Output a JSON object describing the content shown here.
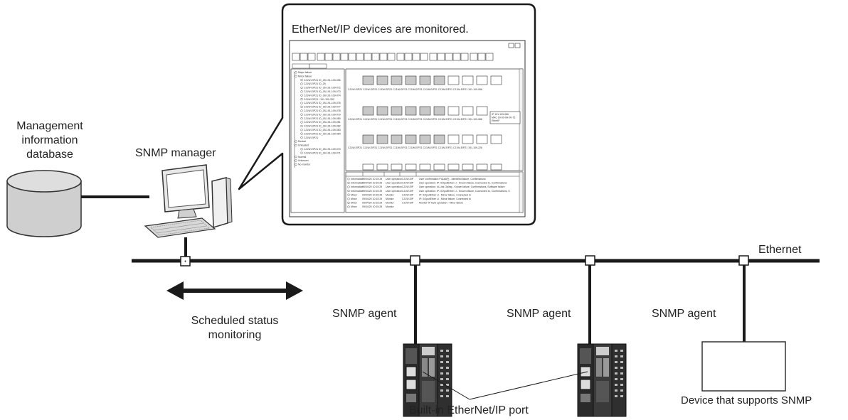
{
  "labels": {
    "db": "Management\ninformation\ndatabase",
    "manager": "SNMP manager",
    "callout": "EtherNet/IP devices are monitored.",
    "ethernet": "Ethernet",
    "scheduled": "Scheduled status\nmonitoring",
    "agent1": "SNMP agent",
    "agent2": "SNMP agent",
    "agent3": "SNMP agent",
    "port": "Built-in EtherNet/IP port",
    "device": "Device that supports SNMP"
  },
  "screen": {
    "tree_items": [
      "Major failure",
      "Minor failure",
      "CJ1W-EIP21 ID_JB-191-109-056",
      "CJ1W-EIP21 ID_JB",
      "CJ1W-EIP21 ID_JB-191-109-072",
      "CJ1W-EIP21 ID_JB-191-109-073",
      "CJ1W-EIP21 ID_JB-191-109-074",
      "CJ1W-EIP21 / 191-109-252",
      "CJ1W-EIP21 ID_JB-191-109-076",
      "CJ1W-EIP21 ID_JB-191-109-077",
      "CJ1W-EIP21 ID_JB-191-109-078",
      "CJ1W-EIP21 ID_JB-191-109-079",
      "CJ1W-EIP21 ID_JB-191-109-080",
      "CJ1W-EIP21 ID_JB-191-109-081",
      "CJ1W-EIP21 ID_JB-191-109-082",
      "CJ1W-EIP21 ID_JB-191-109-083",
      "CJ1W-EIP21 ID_JB-191-109-084",
      "CJ1W-EIP21",
      "Restart",
      "Unloaded",
      "CJ1W-EIP21 ID_JB-191-109-070",
      "CJ1W-EIP21 ID_JB-191-109-071",
      "Normal",
      "Unknown",
      "No monitor"
    ],
    "row_labels": [
      "CJ1W-EIP21 CJ1W-EIP21 CJ1W-EIP21 CJ1W-EIP21 CJ1W-EIP21 CJ1W-EIP21 CJ1W-EIP21 CJ1W-EIP21 191-109-056",
      "CJ1W-EIP21 CJ1W-EIP21 CJ1W-EIP21 CJ1W-EIP21 CJ1W-EIP21 CJ1W-EIP21 CJ1W-EIP21 CJ1W-EIP21 191-109-086",
      "CJ1W-EIP21 CJ1W-EIP21 CJ1W-EIP21 CJ1W-EIP21 CJ1W-EIP21 CJ1W-EIP21 CJ1W-EIP21 CJ1W-EIP21 191-109-226"
    ],
    "tooltip": [
      "IP 191-109-086",
      "MAC 00-00-0A-00-75",
      "EtherIF"
    ],
    "log_rows": [
      [
        "Information",
        "09/04/20 10:15:29",
        "User operation",
        "CJ1W-EIP",
        "User confirmation PdLink[*] - Identified failure, Confirmations"
      ],
      [
        "Information",
        "09/04/20 10:15:29",
        "User operation",
        "CJ1W-EIP",
        "User operation: IP: 0/2pullEther LI - Known failure, Connected to, Confirmations"
      ],
      [
        "Information",
        "09/04/20 10:15:29",
        "User operation",
        "CJ1W-EIP",
        "User operation: Id-Link Opling - Known failure, Confirmations, Software failure"
      ],
      [
        "Information",
        "09/04/20 10:15:29",
        "User operation",
        "CJ1W-EIP",
        "User operation: IP: 0/2pullEther LI - Known failure, Connected to, Confirmations, S"
      ],
      [
        "Minor",
        "09/04/20 10:15:29",
        "Monitor",
        "CJ1W-EIP",
        "IP: 0/2pullEther LI - Minor failure, Connected to"
      ],
      [
        "Minor",
        "09/04/20 10:15:29",
        "Monitor",
        "CJ1W-EIP",
        "IP: 0/2pullEther LI - Minor failure, Connected to"
      ],
      [
        "Minor",
        "09/04/20 10:15:29",
        "Monitor",
        "CJ1W-EIP",
        "Monitor IP level operation - Minor failure"
      ],
      [
        "Minor",
        "09/04/20 10:15:29",
        "Monitor",
        "",
        ""
      ]
    ]
  },
  "colors": {
    "line": "#1a1a1a",
    "db_fill": "#cfcfcf",
    "device_dark": "#2a2a2a",
    "screen_gray": "#c8c8c8"
  }
}
